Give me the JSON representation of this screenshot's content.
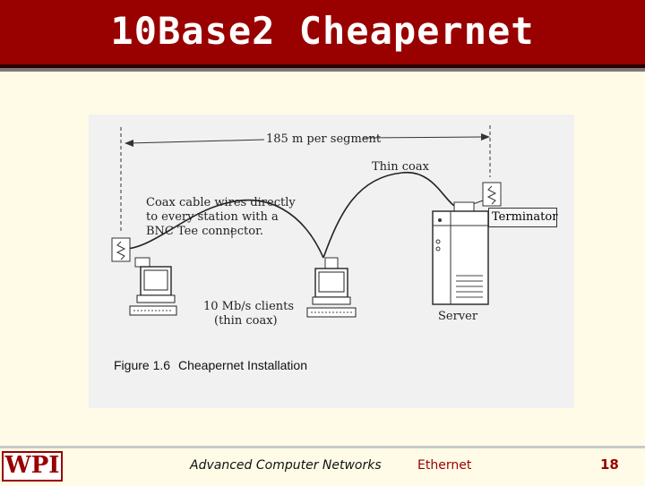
{
  "slide": {
    "title": "10Base2 Cheapernet",
    "colors": {
      "title_bar": "#990000",
      "background": "#fffbe6",
      "accent": "#990000"
    }
  },
  "figure": {
    "segment_label": "185 m per segment",
    "cable_label": "Thin coax",
    "note_line1": "Coax cable wires directly",
    "note_line2": "to every station with a",
    "note_line3": "BNC Tee connector.",
    "terminator_label": "Terminator",
    "clients_line1": "10 Mb/s clients",
    "clients_line2": "(thin coax)",
    "server_label": "Server",
    "caption_number": "Figure 1.6",
    "caption_text": "Cheapernet Installation"
  },
  "footer": {
    "logo_text": "WPI",
    "course": "Advanced Computer Networks",
    "topic": "Ethernet",
    "page": "18"
  }
}
